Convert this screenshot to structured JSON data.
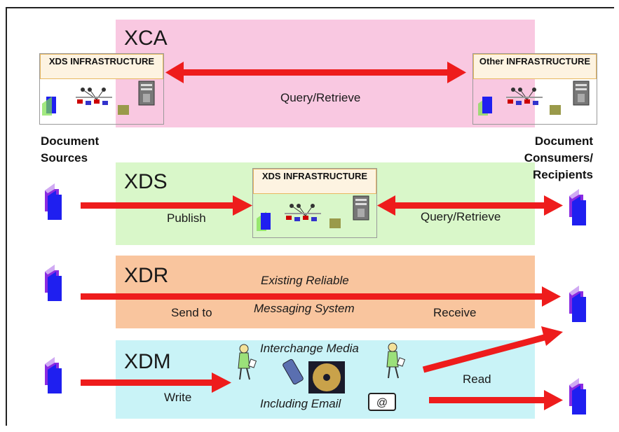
{
  "colors": {
    "xca": "#f9c8e1",
    "xds": "#d9f7c9",
    "xdr": "#f9c59e",
    "xdm": "#c9f3f7",
    "arrow": "#ee1c1c",
    "doc": "#1f1ff0",
    "doc_accent": "#8a2be2"
  },
  "labels": {
    "document_sources": "Document Sources",
    "document_consumers": "Document Consumers/ Recipients"
  },
  "xca": {
    "title": "XCA",
    "left_infra": "XDS INFRASTRUCTURE",
    "right_infra": "Other INFRASTRUCTURE",
    "arrow_label": "Query/Retrieve"
  },
  "xds": {
    "title": "XDS",
    "infra": "XDS INFRASTRUCTURE",
    "publish": "Publish",
    "query": "Query/Retrieve"
  },
  "xdr": {
    "title": "XDR",
    "line1": "Existing Reliable",
    "line2": "Messaging System",
    "send": "Send to",
    "receive": "Receive"
  },
  "xdm": {
    "title": "XDM",
    "media": "Interchange Media",
    "email": "Including Email",
    "write": "Write",
    "read": "Read"
  },
  "icons": {
    "document": "document-stack-icon",
    "person": "person-icon",
    "usb": "usb-drive-icon",
    "disc": "cd-disc-icon",
    "email": "email-icon",
    "server": "server-icon",
    "network": "network-icon"
  }
}
